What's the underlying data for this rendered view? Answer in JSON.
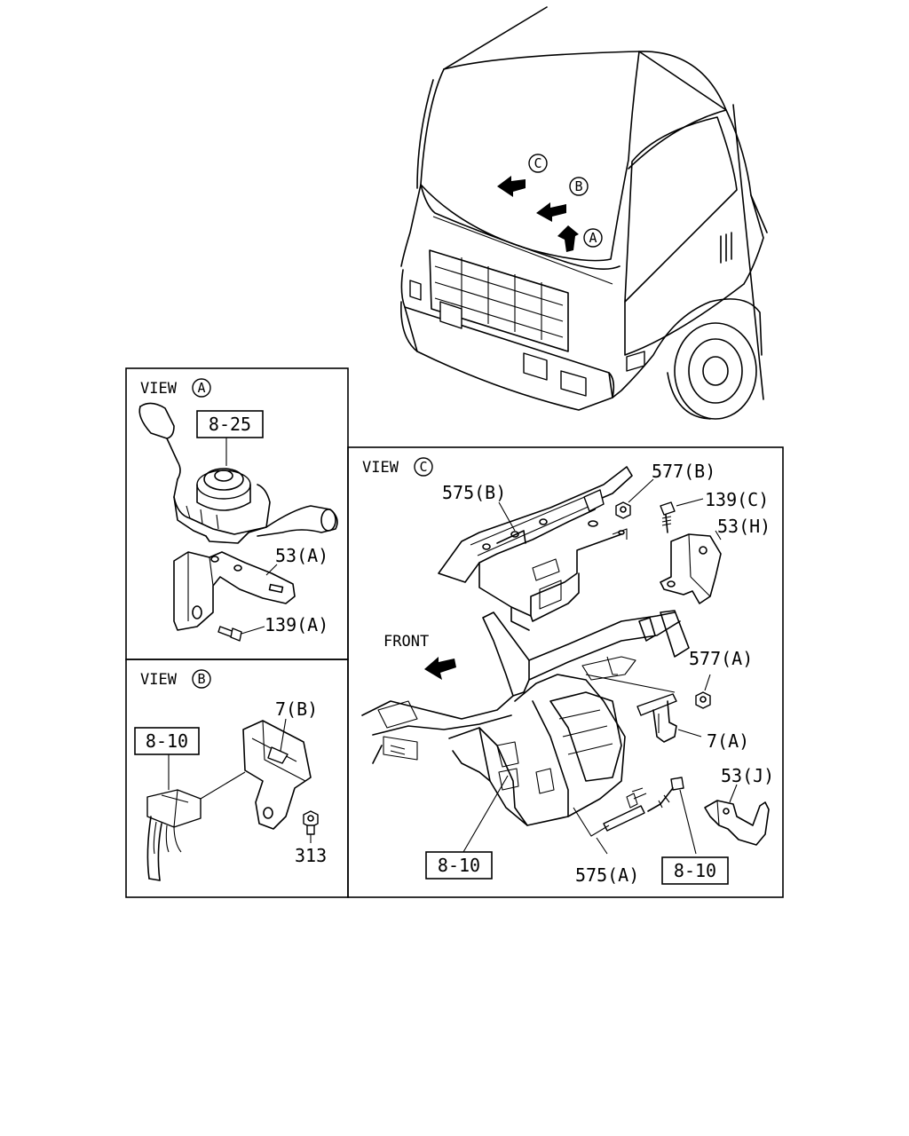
{
  "truck_view_markers": {
    "c": "C",
    "b": "B",
    "a": "A"
  },
  "view_a": {
    "title": "VIEW",
    "marker": "A",
    "ref_box": "8-25",
    "parts": [
      "53(A)",
      "139(A)"
    ]
  },
  "view_b": {
    "title": "VIEW",
    "marker": "B",
    "ref_box": "8-10",
    "parts": [
      "7(B)",
      "313"
    ]
  },
  "view_c": {
    "title": "VIEW",
    "marker": "C",
    "front_label": "FRONT",
    "ref_boxes": [
      "8-10",
      "8-10"
    ],
    "parts": [
      "575(B)",
      "577(B)",
      "139(C)",
      "53(H)",
      "577(A)",
      "7(A)",
      "53(J)",
      "575(A)"
    ]
  }
}
